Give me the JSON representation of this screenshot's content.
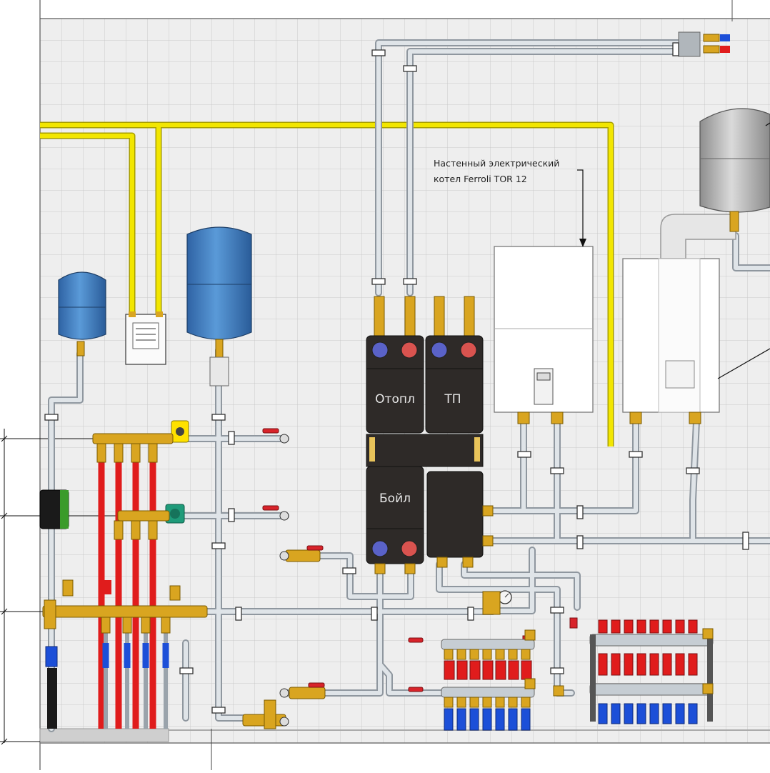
{
  "annotation": {
    "line1": "Настенный электрический",
    "line2": "котел Ferroli TOR 12"
  },
  "modules": {
    "heating": "Отопл",
    "floor": "ТП",
    "boiler": "Бойл"
  },
  "colors": {
    "grid_bg": "#eeeeee",
    "grid_line": "#c9c9c9",
    "gas_pipe": "#f2e600",
    "hot_pipe": "#e01c1c",
    "cold_pipe": "#1c4fd8",
    "tank_blue": "#3f7fc4",
    "tank_grey": "#b9b9b9",
    "brass": "#d9a520",
    "pipe_grey": "#c6cdd3",
    "module_dark": "#2e2a28",
    "pump_green": "#1f9b7a"
  }
}
